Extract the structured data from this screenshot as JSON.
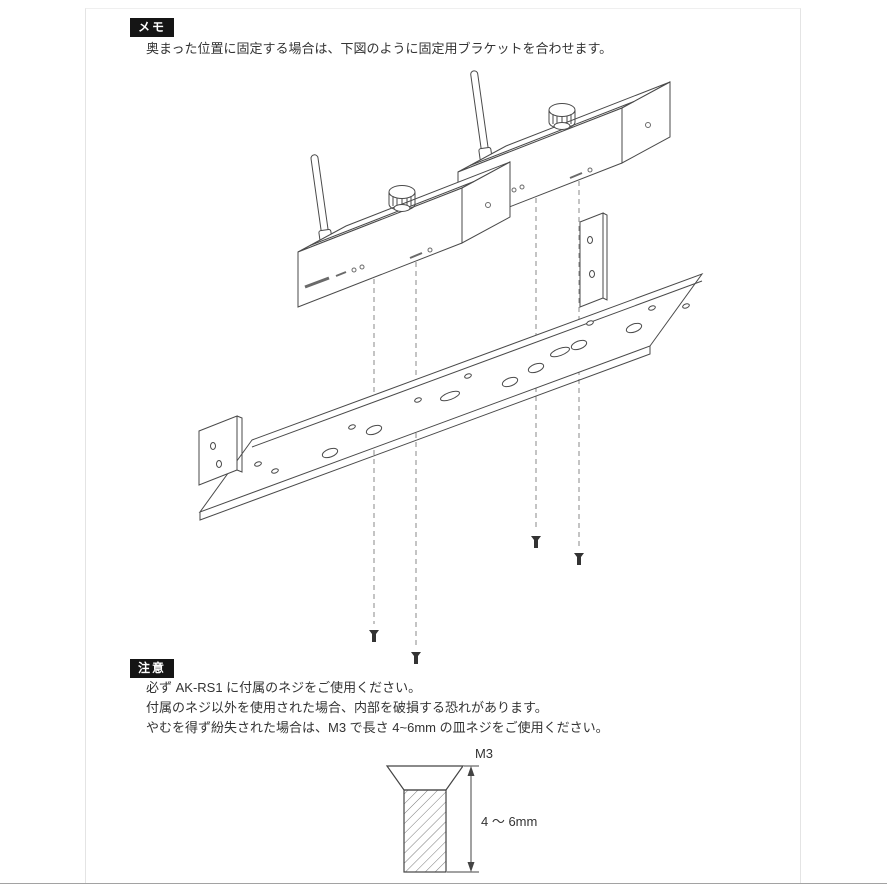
{
  "memo": {
    "label": "メモ",
    "text": "奥まった位置に固定する場合は、下図のように固定用ブラケットを合わせます。"
  },
  "caution": {
    "label": "注意",
    "lines": [
      "必ず AK-RS1 に付属のネジをご使用ください。",
      "付属のネジ以外を使用された場合、内部を破損する恐れがあります。",
      "やむを得ず紛失された場合は、M3 で長さ 4~6mm の皿ネジをご使用ください。"
    ]
  },
  "screw_diagram": {
    "size_label": "M3",
    "length_label": "4 ～ 6mm"
  },
  "colors": {
    "line": "#4a4a4a",
    "tag_bg": "#151515",
    "text": "#333333"
  }
}
